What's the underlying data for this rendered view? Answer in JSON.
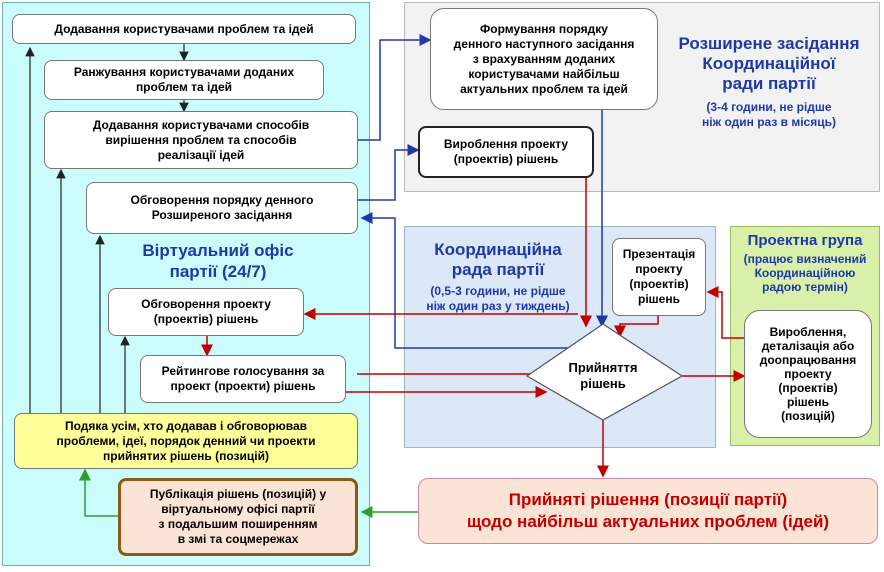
{
  "regions": {
    "virtual_office_title": "Віртуальний офіс\nпартії (24/7)",
    "extended_meeting_title": "Розширене засідання\nКоординаційної\nради партії",
    "extended_meeting_note": "(3-4 години, не рідше\nніж один раз в місяць)",
    "council_title": "Координаційна\nрада партії",
    "council_note": "(0,5-3 години, не рідше\nніж один раз у тиждень)",
    "project_group_title": "Проектна група",
    "project_group_note": "(працює визначений\nКоординаційною\nрадою термін)"
  },
  "boxes": {
    "adding_problems": "Додавання користувачами проблем та ідей",
    "ranking": "Ранжування користувачами доданих\nпроблем та ідей",
    "adding_solutions": "Додавання користувачами способів\nвирішення проблем та способів\nреалізації ідей",
    "agenda_discussion": "Обговорення порядку денного\nРозширеного засідання",
    "project_discussion": "Обговорення проекту\n(проектів) рішень",
    "rating_vote": "Рейтингове голосування за\nпроект (проекти) рішень",
    "thanks": "Подяка усім, хто додавав і обговорював\nпроблеми, ідеї, порядок денний чи проекти\nприйнятих рішень (позицій)",
    "publication": "Публікація рішень (позицій) у\nвіртуальному офісі партії\nз подальшим поширенням\nв змі та соцмережах",
    "agenda_forming": "Формування порядку\nденного наступного засідання\nз врахуванням доданих\nкористувачами найбільш\nактуальних проблем та ідей",
    "project_development": "Вироблення проекту\n(проектів) рішень",
    "presentation": "Презентація\nпроекту\n(проектів)\nрішень",
    "decision": "Прийняття\nрішень",
    "detailing": "Вироблення,\nдеталізація або\nдоопрацювання\nпроекту\n(проектів)\nрішень\n(позицій)",
    "accepted": "Прийняті рішення (позиції партії)\nщодо найбільш актуальних проблем (ідей)"
  },
  "colors": {
    "virtual_office_bg": "#ccfdfd",
    "extended_bg": "#f2f2f2",
    "council_bg": "#dce8f7",
    "project_group_bg": "#d8f0a8",
    "title_blue": "#1f38a8",
    "thanks_bg": "#ffff99",
    "publication_bg": "#fbe4d5",
    "publication_border": "#8b5a16",
    "accepted_bg": "#fbe4d5",
    "accepted_text": "#c00000",
    "arrow_dark": "#222222",
    "arrow_blue": "#1f38a8",
    "arrow_red": "#c00000",
    "arrow_green": "#2e9e2e"
  }
}
